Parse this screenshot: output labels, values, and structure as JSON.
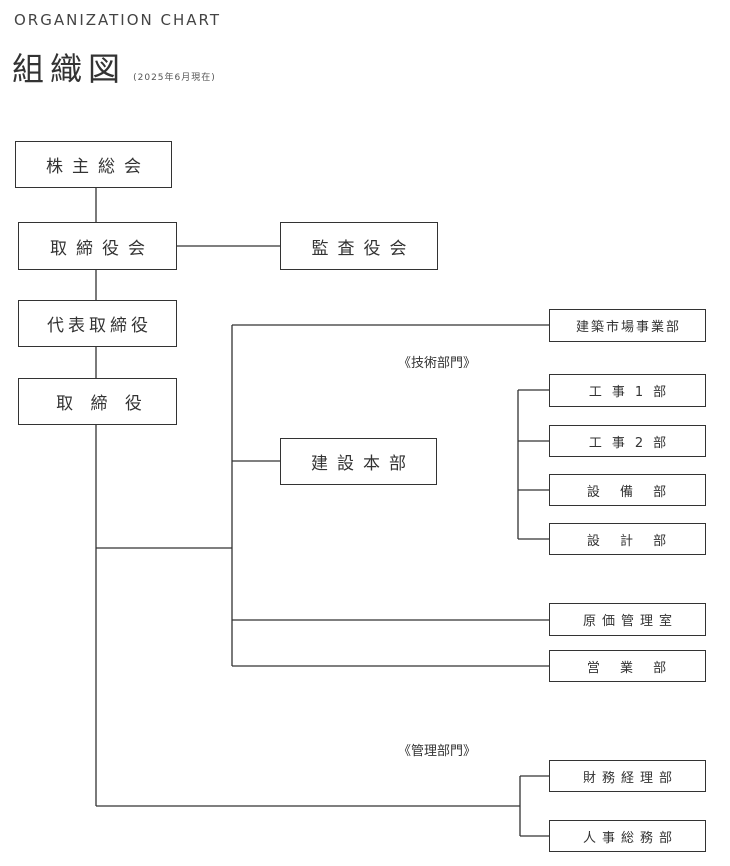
{
  "header": {
    "eyebrow": "ORGANIZATION CHART",
    "title": "組織図",
    "subtitle": "(2025年6月現在)"
  },
  "chart": {
    "nodes": {
      "shareholders": "株主総会",
      "board": "取締役会",
      "auditors": "監査役会",
      "representative": "代表取締役",
      "directors": "取 締 役",
      "architecture_market": "建築市場事業部",
      "construction_hq": "建設本部",
      "construction_1": "工事1部",
      "construction_2": "工事2部",
      "facilities": "設 備 部",
      "design": "設 計 部",
      "cost_management": "原価管理室",
      "sales": "営 業 部",
      "finance": "財務経理部",
      "hr_general": "人事総務部"
    },
    "labels": {
      "technical_division": "《技術部門》",
      "admin_division": "《管理部門》"
    }
  }
}
